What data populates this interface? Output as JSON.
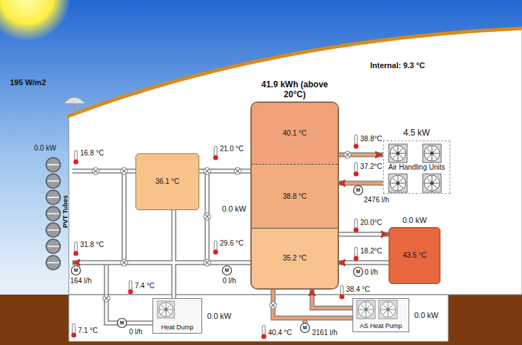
{
  "diagram": {
    "nodes": [
      {
        "text": [
          "PVT Tubes"
        ]
      },
      {
        "text": [
          "36.1 °C"
        ]
      },
      {
        "text": [
          "41.9 kWh (above 20°C)"
        ]
      },
      {
        "text": [
          "40.1 °C"
        ],
        "in": 2
      },
      {
        "text": [
          "38.8 °C"
        ],
        "in": 2
      },
      {
        "text": [
          "35.2 °C"
        ],
        "in": 2
      },
      {
        "text": [
          "4.5 kW",
          "Air Handling Units"
        ]
      },
      {
        "text": [
          "0.0 kW",
          "43.5 °C"
        ]
      },
      {
        "text": [
          "Heat Dump",
          "0.0 kW"
        ]
      },
      {
        "text": [
          "AS Heat Pump",
          "0.0 kW"
        ]
      }
    ],
    "edges": [
      {
        "from": 0,
        "to": 1,
        "arrow": "none"
      },
      {
        "from": 1,
        "to": 3,
        "arrow": "none"
      },
      {
        "from": 3,
        "to": 6,
        "arrow": "to"
      },
      {
        "from": 6,
        "to": 4,
        "arrow": "to"
      },
      {
        "from": 5,
        "to": 7,
        "arrow": "to"
      },
      {
        "from": 7,
        "to": 5,
        "arrow": "to"
      },
      {
        "from": 5,
        "to": 0,
        "arrow": "to"
      },
      {
        "from": 8,
        "to": 1,
        "arrow": "none"
      },
      {
        "from": 5,
        "to": 9,
        "arrow": "none"
      },
      {
        "from": 9,
        "to": 5,
        "arrow": "to"
      }
    ],
    "labels": [
      "195 W/m2",
      "Internal: 9.3 °C",
      "0.0 kW",
      "16.8 °C",
      "31.8 °C",
      "164 l/h",
      "21.0 °C",
      "29.6 °C",
      "0.0 kW",
      "0 l/h",
      "38.8°C",
      "37.2°C",
      "2476 l/h",
      "20.0°C",
      "18.2°C",
      "0 l/h",
      "7.4 °C",
      "7.1 °C",
      "0 l/h",
      "38.4 °C",
      "40.4 °C",
      "2161 l/h",
      "M",
      "M",
      "M",
      "M",
      "M",
      "M"
    ]
  }
}
